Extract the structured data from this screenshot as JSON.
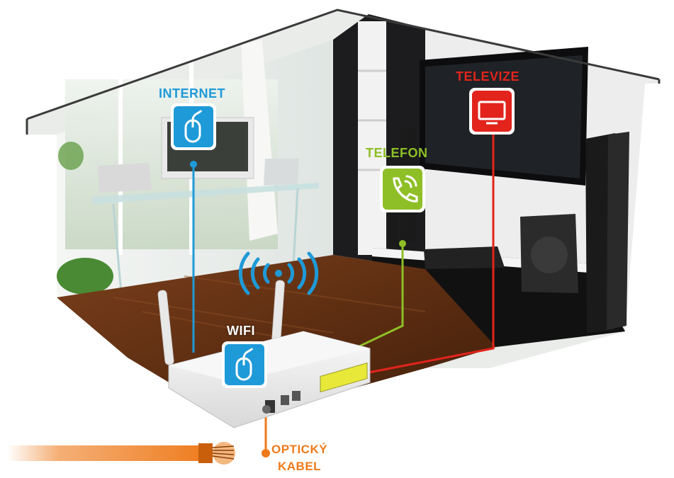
{
  "labels": {
    "internet": "INTERNET",
    "televize": "TELEVIZE",
    "telefon": "TELEFON",
    "wifi": "WIFI",
    "optic_line1": "OPTICKÝ",
    "optic_line2": "KABEL"
  },
  "colors": {
    "internet": "#1e9ad8",
    "televize": "#e2241c",
    "telefon": "#8fbf27",
    "wifi": "#1e9ad8",
    "optic": "#ee7a1b"
  },
  "icons": {
    "internet": "mouse-icon",
    "televize": "tv-icon",
    "telefon": "phone-icon",
    "wifi": "mouse-icon"
  }
}
